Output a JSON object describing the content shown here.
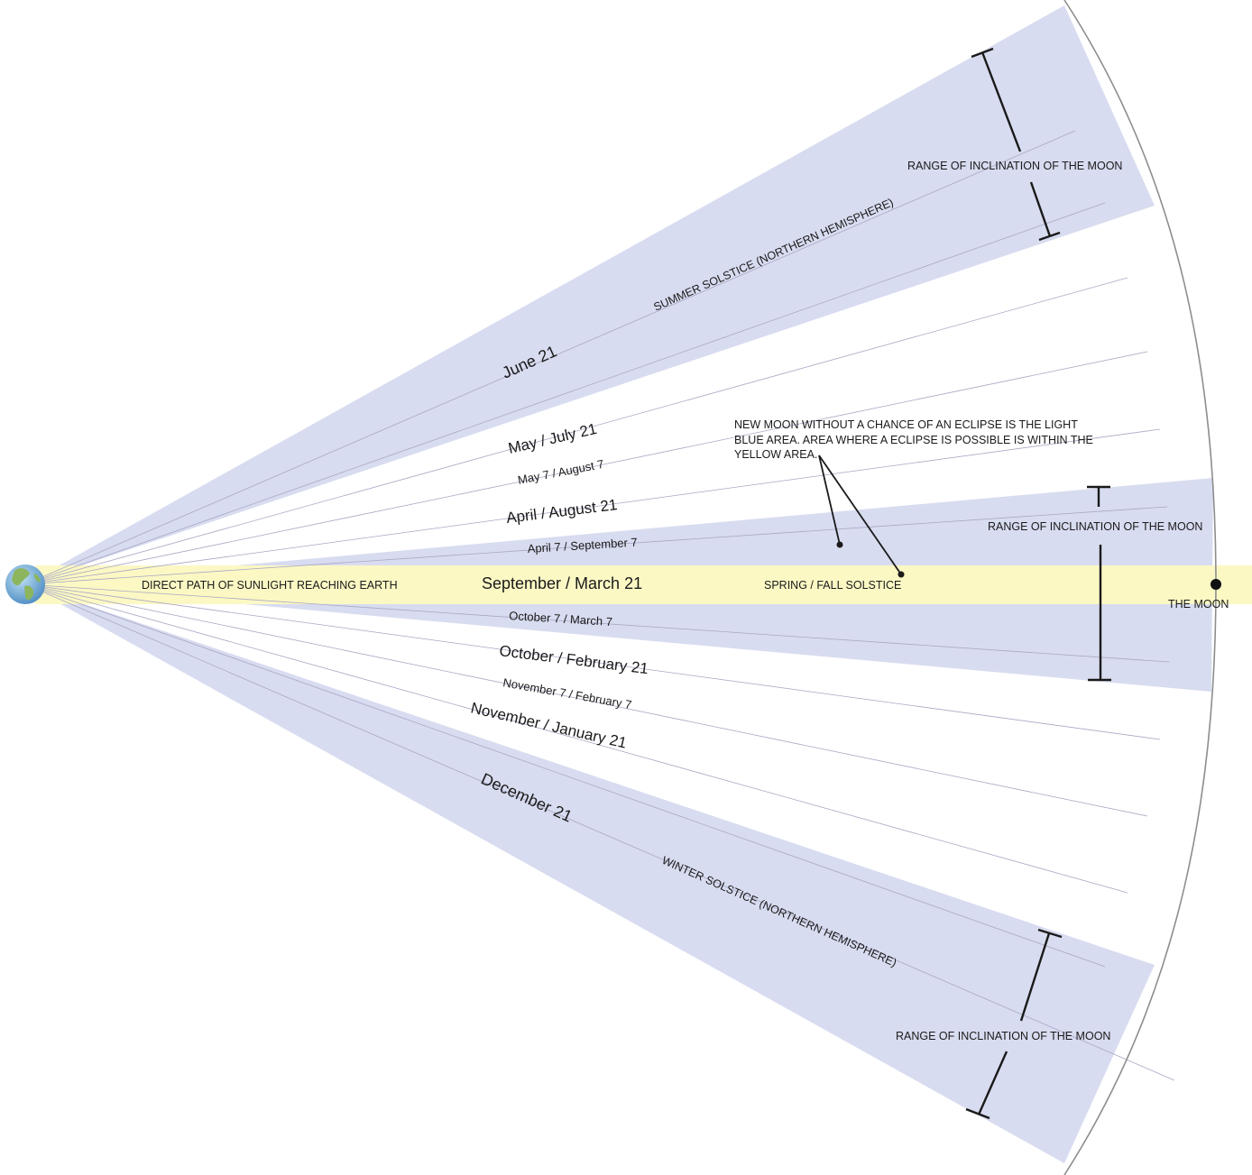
{
  "diagram": {
    "direct_path_label": "DIRECT PATH OF SUNLIGHT REACHING EARTH",
    "equinox_date": "September / March 21",
    "equinox_label": "SPRING / FALL SOLSTICE",
    "moon_label": "THE MOON",
    "summer_date": "June 21",
    "summer_label": "SUMMER SOLSTICE (NORTHERN HEMISPHERE)",
    "winter_date": "December 21",
    "winter_label": "WINTER SOLSTICE (NORTHERN HEMISPHERE)",
    "range_label_top": "RANGE OF INCLINATION OF THE MOON",
    "range_label_mid": "RANGE OF INCLINATION OF THE MOON",
    "range_label_bottom": "RANGE OF INCLINATION OF THE MOON",
    "note_lines": [
      "NEW MOON WITHOUT A CHANCE OF AN ECLIPSE IS THE LIGHT",
      "BLUE AREA. AREA WHERE A ECLIPSE IS POSSIBLE IS WITHIN THE",
      "YELLOW AREA."
    ],
    "dates_upper": [
      "May / July 21",
      "May 7 / August 7",
      "April / August 21",
      "April 7 / September 7"
    ],
    "dates_lower": [
      "October 7 / March 7",
      "October / February 21",
      "November 7 / February 7",
      "November / January 21"
    ],
    "colors": {
      "blue_band": "#d8dcf0",
      "yellow_band": "#fbf8c4",
      "ray_line": "#a9a7c4",
      "earth_ocean": "#6fa8d6",
      "earth_land": "#8cb55e",
      "ink": "#1a1a1a"
    }
  }
}
